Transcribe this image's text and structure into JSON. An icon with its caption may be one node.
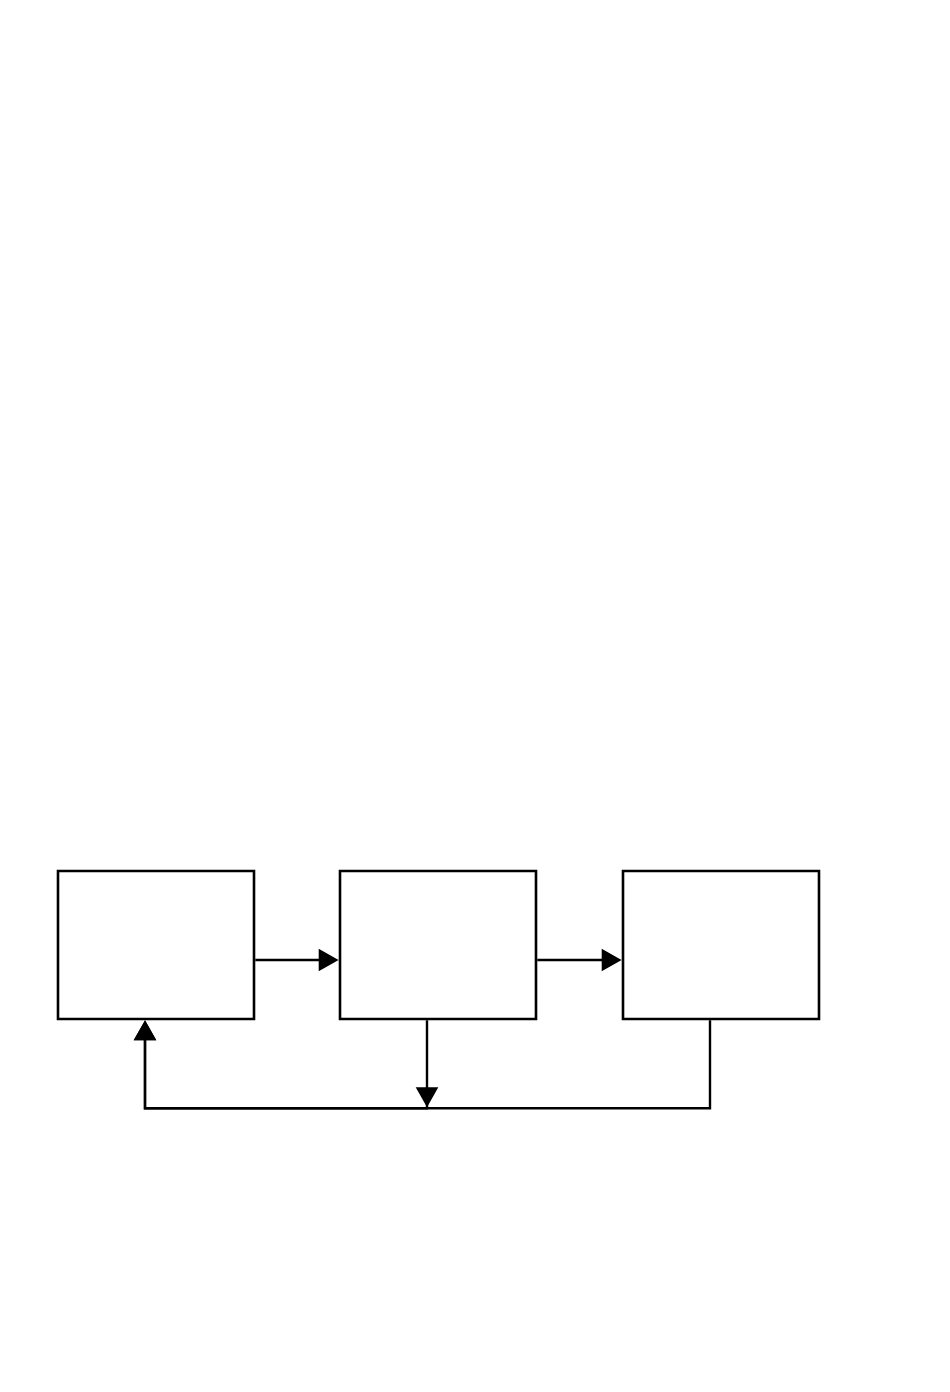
{
  "diagram": {
    "nodes": [
      {
        "text": [],
        "shape": "box"
      },
      {
        "text": [],
        "shape": "box"
      },
      {
        "text": [],
        "shape": "box"
      }
    ],
    "edges": [
      {
        "from": 0,
        "to": 1,
        "arrow": "to"
      },
      {
        "from": 1,
        "to": 2,
        "arrow": "to"
      },
      {
        "from": 2,
        "to": 0,
        "arrow": "to"
      },
      {
        "from": 1,
        "to": 0,
        "arrow": "to"
      }
    ]
  }
}
